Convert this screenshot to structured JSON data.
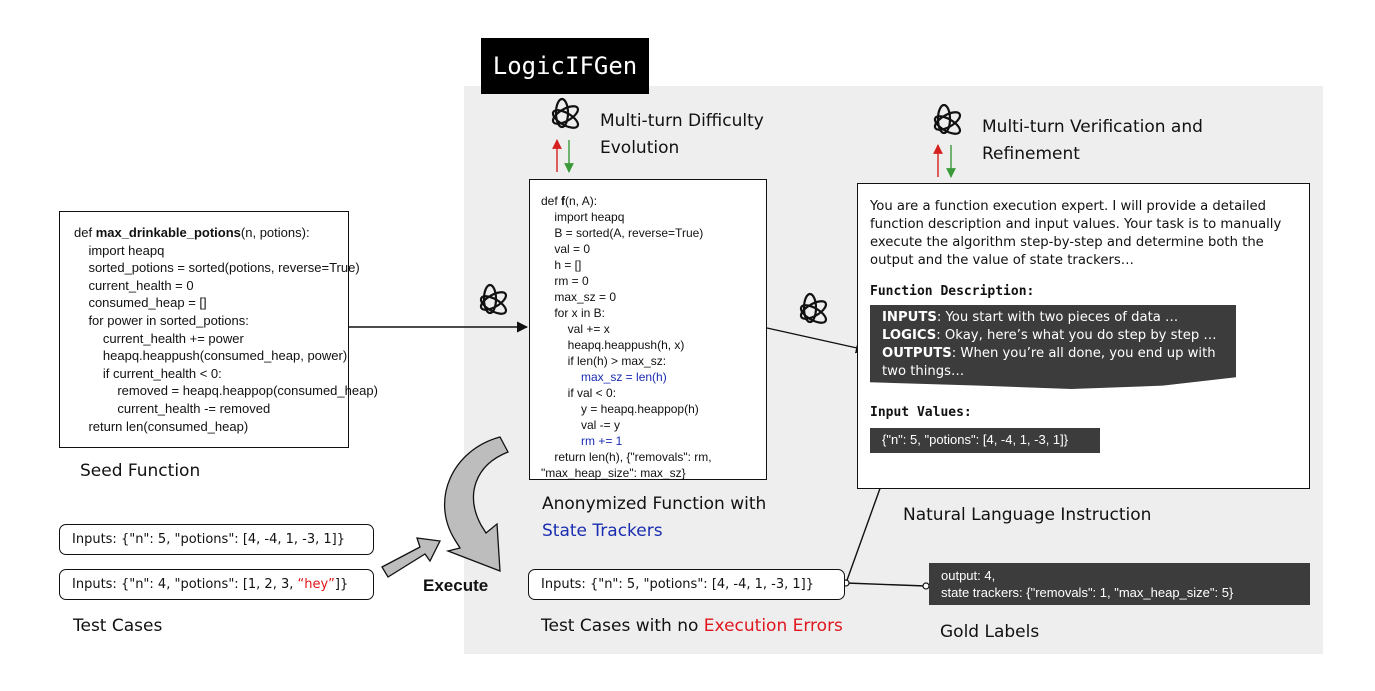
{
  "title": "LogicIFGen",
  "seed": {
    "caption": "Seed Function",
    "def_prefix": "def ",
    "func_name": "max_drinkable_potions",
    "def_suffix": "(n, potions):",
    "lines": [
      "    import heapq",
      "    sorted_potions = sorted(potions, reverse=True)",
      "    current_health = 0",
      "    consumed_heap = []",
      "    for power in sorted_potions:",
      "        current_health += power",
      "        heapq.heappush(consumed_heap, power)",
      "        if current_health < 0:",
      "            removed = heapq.heappop(consumed_heap)",
      "            current_health -= removed",
      "    return len(consumed_heap)"
    ]
  },
  "anon": {
    "caption_line1": "Anonymized Function with",
    "caption_line2": "State Trackers",
    "def_prefix": "def ",
    "func_name": "f",
    "def_suffix": "(n, A):",
    "lines": [
      {
        "t": "    import heapq",
        "hl": false
      },
      {
        "t": "    B = sorted(A, reverse=True)",
        "hl": false
      },
      {
        "t": "    val = 0",
        "hl": false
      },
      {
        "t": "    h = []",
        "hl": false
      },
      {
        "t": "    rm = 0",
        "hl": false
      },
      {
        "t": "    max_sz = 0",
        "hl": false
      },
      {
        "t": "    for x in B:",
        "hl": false
      },
      {
        "t": "        val += x",
        "hl": false
      },
      {
        "t": "        heapq.heappush(h, x)",
        "hl": false
      },
      {
        "t": "        if len(h) > max_sz:",
        "hl": false
      },
      {
        "t": "            max_sz = len(h)",
        "hl": true
      },
      {
        "t": "        if val < 0:",
        "hl": false
      },
      {
        "t": "            y = heapq.heappop(h)",
        "hl": false
      },
      {
        "t": "            val -= y",
        "hl": false
      },
      {
        "t": "            rm += 1",
        "hl": true
      },
      {
        "t": "    return len(h), {\"removals\": rm,",
        "hl": false
      },
      {
        "t": "\"max_heap_size\": max_sz}",
        "hl": false
      }
    ]
  },
  "evolution": {
    "line1": "Multi-turn Difficulty",
    "line2": "Evolution"
  },
  "verification": {
    "line1": "Multi-turn Verification and",
    "line2": "Refinement"
  },
  "instruction": {
    "caption": "Natural Language Instruction",
    "intro": "You are a function execution expert. I will provide a detailed function description and input values. Your task is to manually execute the algorithm step-by-step and determine both the output and the value of state trackers…",
    "desc_header": "Function Description:",
    "inputs_key": "INPUTS",
    "inputs_text": ": You start with two pieces of data …",
    "logics_key": "LOGICS",
    "logics_text": ": Okay, here’s what you do step by step …",
    "outputs_key": "OUTPUTS",
    "outputs_text": ": When you’re all done, you end up with two things…",
    "values_header": "Input Values:",
    "values": "{\"n\": 5, \"potions\": [4, -4, 1, -3, 1]}"
  },
  "test_cases": {
    "caption": "Test Cases",
    "case1": "Inputs: {\"n\": 5, \"potions\": [4, -4, 1, -3, 1]}",
    "case2_prefix": "Inputs: {\"n\": 4, \"potions\": [1, 2, 3, ",
    "case2_bad": "“hey”",
    "case2_suffix": "]}"
  },
  "execute_label": "Execute",
  "valid_cases": {
    "caption_prefix": "Test Cases with no ",
    "caption_error": "Execution Errors",
    "case": "Inputs: {\"n\": 5, \"potions\": [4, -4, 1, -3, 1]}"
  },
  "gold": {
    "caption": "Gold Labels",
    "line1": "output: 4,",
    "line2": "state trackers: {\"removals\": 1, \"max_heap_size\": 5}"
  },
  "colors": {
    "highlight": "#1a2db0",
    "error": "#e0161c",
    "up_arrow": "#d62020",
    "down_arrow": "#3a9a3a",
    "panel": "#eeeeee",
    "dark_box": "#3c3c3c"
  },
  "icons": [
    "openai-logo-icon"
  ]
}
